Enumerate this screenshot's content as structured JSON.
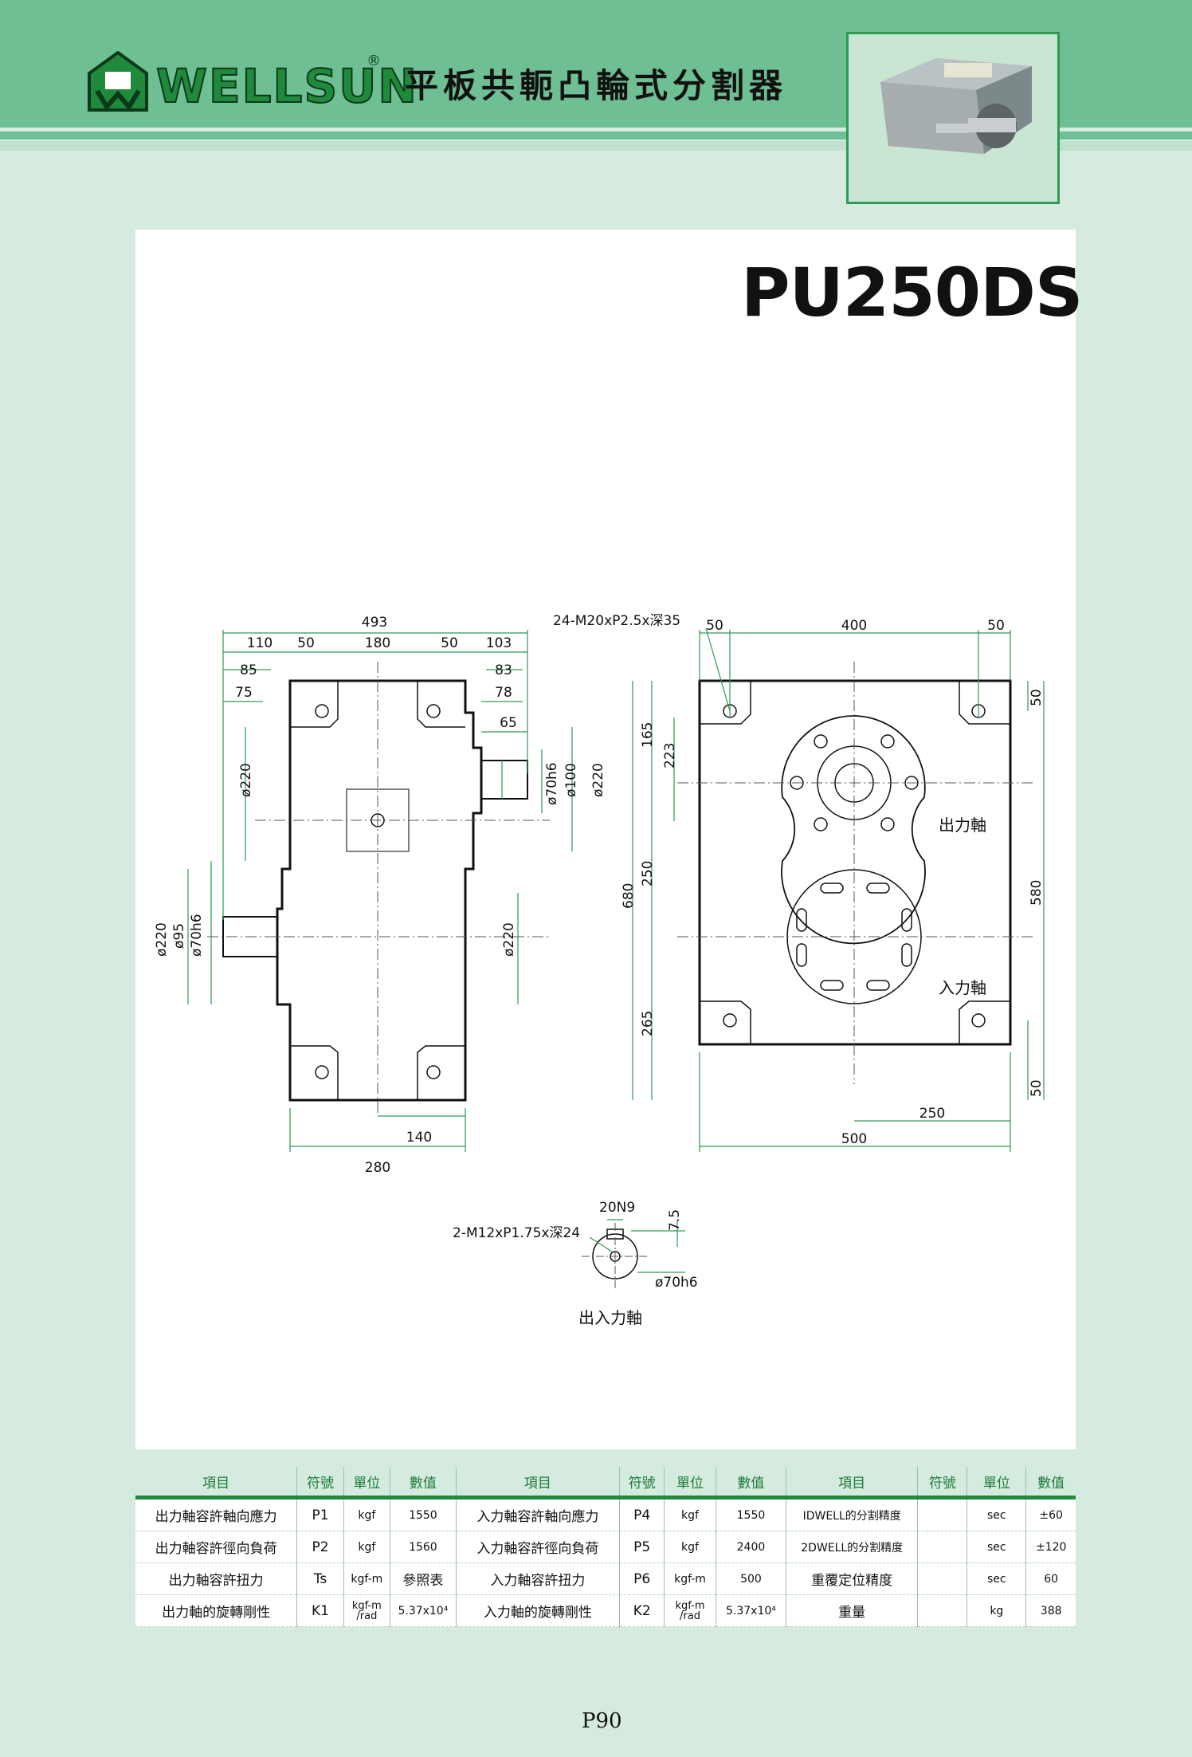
{
  "header": {
    "brand": "WELLSUN",
    "registered": "®",
    "title": "平板共軛凸輪式分割器"
  },
  "model": "PU250DS",
  "drawing": {
    "top_dims": [
      "493",
      "110",
      "50",
      "180",
      "50",
      "103",
      "85",
      "83",
      "75",
      "78",
      "65"
    ],
    "left_dims": [
      "ø220",
      "ø220",
      "ø95",
      "ø70h6",
      "ø220"
    ],
    "side_dims": [
      "ø70h6",
      "ø100",
      "ø220"
    ],
    "bottom_dims": [
      "140",
      "280"
    ],
    "callout_tap": "24-M20xP2.5x深35",
    "right_top_dims": [
      "50",
      "400",
      "50"
    ],
    "right_left_dims": [
      "165",
      "223",
      "250",
      "265",
      "680"
    ],
    "right_right_dims": [
      "50",
      "580",
      "50"
    ],
    "right_bottom_dims": [
      "250",
      "500"
    ],
    "label_output_shaft": "出力軸",
    "label_input_shaft": "入力軸",
    "shaft_detail": {
      "keyway": "20N9",
      "depth": "7.5",
      "tap": "2-M12xP1.75x深24",
      "dia": "ø70h6",
      "caption": "出入力軸"
    }
  },
  "spec_table": {
    "headers": [
      "項目",
      "符號",
      "單位",
      "數值",
      "項目",
      "符號",
      "單位",
      "數值",
      "項目",
      "符號",
      "單位",
      "數值"
    ],
    "rows": [
      [
        "出力軸容許軸向應力",
        "P1",
        "kgf",
        "1550",
        "入力軸容許軸向應力",
        "P4",
        "kgf",
        "1550",
        "IDWELL的分割精度",
        "",
        "sec",
        "±60"
      ],
      [
        "出力軸容許徑向負荷",
        "P2",
        "kgf",
        "1560",
        "入力軸容許徑向負荷",
        "P5",
        "kgf",
        "2400",
        "2DWELL的分割精度",
        "",
        "sec",
        "±120"
      ],
      [
        "出力軸容許扭力",
        "Ts",
        "kgf-m",
        "參照表",
        "入力軸容許扭力",
        "P6",
        "kgf-m",
        "500",
        "重覆定位精度",
        "",
        "sec",
        "60"
      ],
      [
        "出力軸的旋轉剛性",
        "K1",
        "kgf-m /rad",
        "5.37x10⁴",
        "入力軸的旋轉剛性",
        "K2",
        "kgf-m /rad",
        "5.37x10⁴",
        "重量",
        "",
        "kg",
        "388"
      ]
    ]
  },
  "page_number": "P90"
}
